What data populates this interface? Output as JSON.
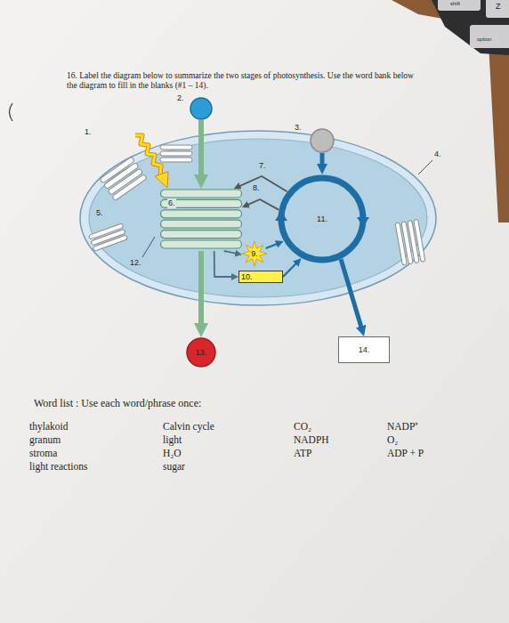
{
  "diagram": {
    "title": "16. Label the diagram below to summarize the two stages of photosynthesis. Use the word bank below the diagram to fill in the blanks (#1 – 14).",
    "nodes": [
      {
        "text": [
          "2."
        ]
      },
      {
        "text": [
          "6."
        ]
      },
      {
        "text": [
          "3."
        ]
      },
      {
        "text": [
          "11."
        ]
      },
      {
        "text": [
          "9."
        ]
      },
      {
        "text": [
          "10."
        ]
      },
      {
        "text": [
          "13."
        ]
      },
      {
        "text": [
          "14."
        ]
      }
    ],
    "edges": [
      {
        "from": 0,
        "to": 1,
        "arrow": "to"
      },
      {
        "from": 1,
        "to": 6,
        "arrow": "to"
      },
      {
        "from": 1,
        "to": 4,
        "arrow": "to"
      },
      {
        "from": 1,
        "to": 5,
        "arrow": "to"
      },
      {
        "from": 4,
        "to": 3,
        "arrow": "to"
      },
      {
        "from": 5,
        "to": 3,
        "arrow": "to"
      },
      {
        "from": 3,
        "to": 1,
        "arrow": "to",
        "label": "7."
      },
      {
        "from": 3,
        "to": 1,
        "arrow": "to",
        "label": "8."
      },
      {
        "from": 2,
        "to": 3,
        "arrow": "to"
      },
      {
        "from": 3,
        "to": 7,
        "arrow": "to"
      }
    ],
    "labels": [
      "1.",
      "4.",
      "5.",
      "12.",
      "Word list : Use each word/phrase once:",
      "thylakoid",
      "granum",
      "stroma",
      "light reactions",
      "Calvin cycle",
      "light",
      "H₂O",
      "sugar",
      "CO₂",
      "NADPH",
      "ATP",
      "NADP⁺",
      "O₂",
      "ADP + P",
      "shift",
      "Z",
      "option"
    ]
  }
}
